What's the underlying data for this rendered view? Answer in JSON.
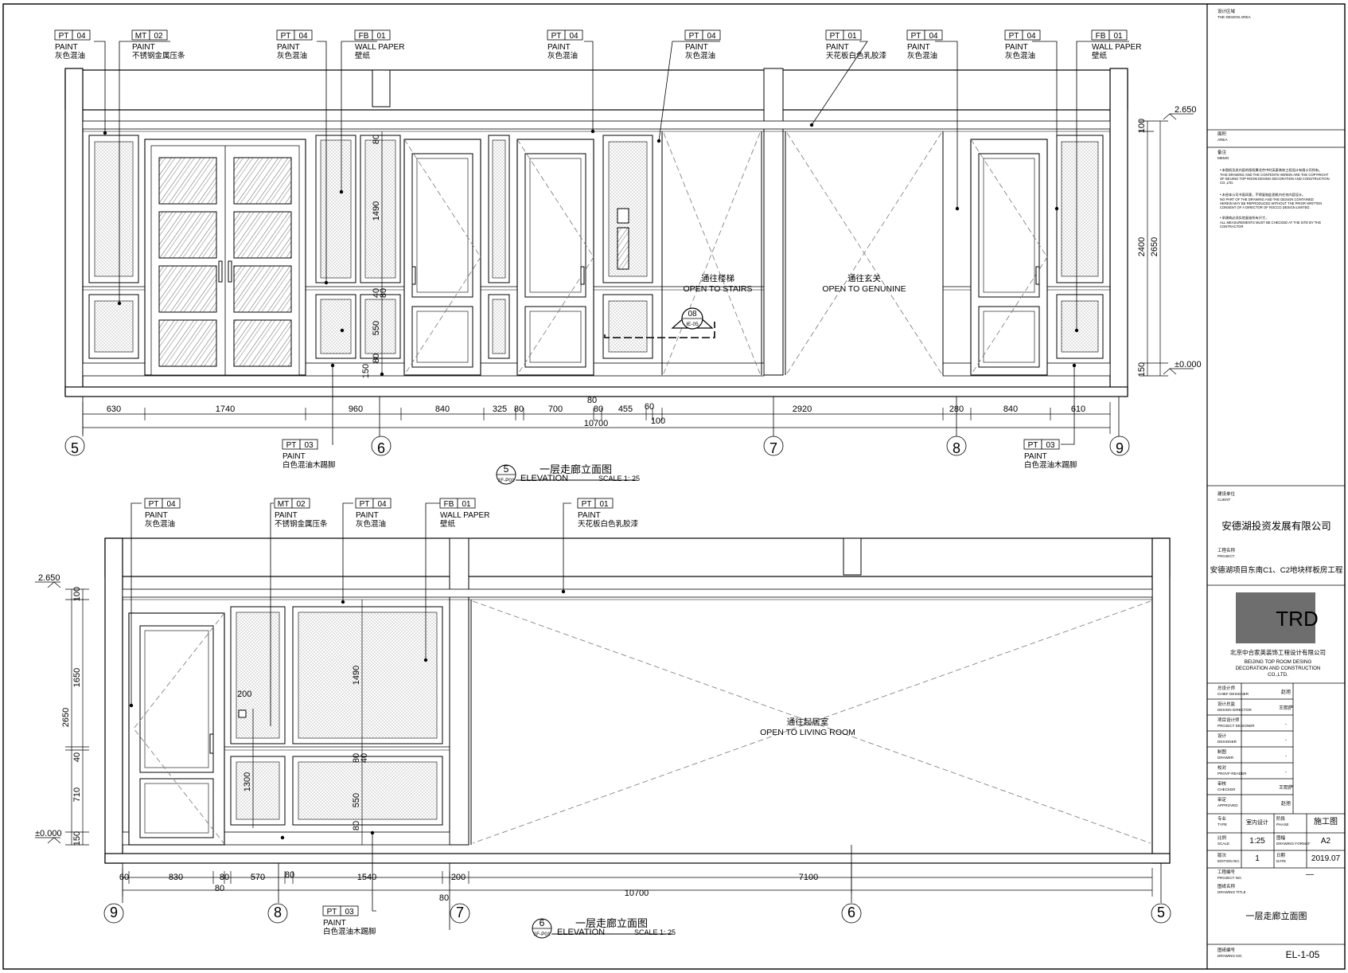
{
  "elevation_5": {
    "number": "5",
    "sheet_ref": "1F-P01",
    "title_cn": "一层走廊立面图",
    "title_en": "ELEVATION",
    "scale": "SCALE 1: 25",
    "tags": [
      {
        "code": "PT",
        "num": "04",
        "label": "PAINT",
        "cn": "灰色混油"
      },
      {
        "code": "MT",
        "num": "02",
        "label": "PAINT",
        "cn": "不锈钢金属压条"
      },
      {
        "code": "PT",
        "num": "04",
        "label": "PAINT",
        "cn": "灰色混油"
      },
      {
        "code": "FB",
        "num": "01",
        "label": "WALL PAPER",
        "cn": "壁纸"
      },
      {
        "code": "PT",
        "num": "04",
        "label": "PAINT",
        "cn": "灰色混油"
      },
      {
        "code": "PT",
        "num": "04",
        "label": "PAINT",
        "cn": "灰色混油"
      },
      {
        "code": "PT",
        "num": "01",
        "label": "PAINT",
        "cn": "天花板白色乳胶漆"
      },
      {
        "code": "PT",
        "num": "04",
        "label": "PAINT",
        "cn": "灰色混油"
      },
      {
        "code": "PT",
        "num": "04",
        "label": "PAINT",
        "cn": "灰色混油"
      },
      {
        "code": "FB",
        "num": "01",
        "label": "WALL PAPER",
        "cn": "壁纸"
      }
    ],
    "bottom_tags": [
      {
        "code": "PT",
        "num": "03",
        "label": "PAINT",
        "cn": "白色混油木踢脚"
      },
      {
        "code": "PT",
        "num": "03",
        "label": "PAINT",
        "cn": "白色混油木踢脚"
      }
    ],
    "dims": [
      "630",
      "1740",
      "960",
      "840",
      "325",
      "80",
      "700",
      "80",
      "80",
      "455",
      "60",
      "100",
      "2920",
      "280",
      "840",
      "610"
    ],
    "total": "10700",
    "vdims": [
      "80",
      "1490",
      "40",
      "80",
      "550",
      "80",
      "150"
    ],
    "right_dims": [
      "100",
      "2400",
      "2650",
      "150"
    ],
    "levels": [
      "2.650",
      "±0.000"
    ],
    "axes": [
      "5",
      "6",
      "7",
      "8",
      "9"
    ],
    "openings": [
      {
        "cn": "通往楼梯",
        "en": "OPEN  TO  STAIRS"
      },
      {
        "cn": "通往玄关",
        "en": "OPEN  TO  GENUNINE"
      }
    ],
    "callout": {
      "num": "08",
      "ref": "IE-05"
    }
  },
  "elevation_6": {
    "number": "6",
    "sheet_ref": "1F-P01",
    "title_cn": "一层走廊立面图",
    "title_en": "ELEVATION",
    "scale": "SCALE 1: 25",
    "tags": [
      {
        "code": "PT",
        "num": "04",
        "label": "PAINT",
        "cn": "灰色混油"
      },
      {
        "code": "MT",
        "num": "02",
        "label": "PAINT",
        "cn": "不锈钢金属压条"
      },
      {
        "code": "PT",
        "num": "04",
        "label": "PAINT",
        "cn": "灰色混油"
      },
      {
        "code": "FB",
        "num": "01",
        "label": "WALL PAPER",
        "cn": "壁纸"
      },
      {
        "code": "PT",
        "num": "01",
        "label": "PAINT",
        "cn": "天花板白色乳胶漆"
      }
    ],
    "bottom_tag": {
      "code": "PT",
      "num": "03",
      "label": "PAINT",
      "cn": "白色混油木踢脚"
    },
    "dims": [
      "60",
      "830",
      "80",
      "80",
      "570",
      "80",
      "1540",
      "200",
      "7100"
    ],
    "dim_below": "80",
    "total": "10700",
    "vdims": [
      "1490",
      "80",
      "40",
      "550",
      "80",
      "200",
      "1300"
    ],
    "left_dims": [
      "100",
      "1650",
      "2650",
      "40",
      "710",
      "150"
    ],
    "levels": [
      "2.650",
      "±0.000"
    ],
    "axes": [
      "9",
      "8",
      "7",
      "6",
      "5"
    ],
    "opening": {
      "cn": "通往起居室",
      "en": "OPEN  TO  LIVING  ROOM"
    }
  },
  "titleblock": {
    "design_area": {
      "cn": "设计区域",
      "en": "THE DESIGN AREA"
    },
    "area": {
      "cn": "面积",
      "en": "AREA"
    },
    "memo": {
      "cn": "备注",
      "en": "MEMO"
    },
    "memo_lines": [
      "• 本图纸及其内容的版权属北京中时英泰装饰工程设计有限公司所有。",
      "THIS DRAWING AND THE CONTENTS HEREIN ARE THE COPYRIGHT",
      "OF BEIJING TOP ROOM DESING DECORATION AND CONSTRUCTION",
      "CO.,LTD.",
      "• 未经本公司书面同意，不得复制此图纸内任何内容设计。",
      "NO PART OF THE DRAWING AND THE DESIGN CONTAINED",
      "HEREIN MAY BE REPRODUCED WITHOUT THE PRIOR WRITTEN",
      "CONSENT OF A DIRECTOR OF ROCCO DESIGN LIMITED.",
      "• 承建商必须实地复核所有尺寸。",
      "ALL MEASUREMENTS MUST BE CHECKED AT THE SITE BY THE",
      "CONTRACTOR"
    ],
    "client": {
      "cn": "建设单位",
      "en": "CLIENT",
      "value": "安德湖投资发展有限公司"
    },
    "project": {
      "cn": "工程名称",
      "en": "PROJECT",
      "value": "安德湖项目东南C1、C2地块样板房工程"
    },
    "logo": {
      "text": "TRD",
      "company_cn": "北京中合家英装饰工程设计有限公司",
      "company_en": [
        "BEIJING TOP ROOM DESING",
        "DECORATION AND CONSTRUCTION",
        "CO.,LTD."
      ]
    },
    "roles": [
      {
        "cn": "总设计师",
        "en": "CHIEF DESIGNER",
        "sign": "赵旭"
      },
      {
        "cn": "设计总监",
        "en": "DESIGN DIRECTOR",
        "sign": "王熙萨"
      },
      {
        "cn": "项目设计师",
        "en": "PROJECT DESIGNER",
        "sign": "-"
      },
      {
        "cn": "设计",
        "en": "DESIGNER",
        "sign": "-"
      },
      {
        "cn": "制图",
        "en": "DRAWER",
        "sign": "-"
      },
      {
        "cn": "校对",
        "en": "PROVF-READER",
        "sign": "-"
      },
      {
        "cn": "审核",
        "en": "CHECKER",
        "sign": "王熙萨"
      },
      {
        "cn": "审定",
        "en": "APPROVED",
        "sign": "赵旭"
      }
    ],
    "type": {
      "cn": "专业",
      "en": "TYPE",
      "value": "室内设计"
    },
    "phase": {
      "cn": "阶段",
      "en": "PHASE",
      "value": "施工图"
    },
    "scale": {
      "cn": "比例",
      "en": "SCALE",
      "value": "1:25"
    },
    "format": {
      "cn": "图幅",
      "en": "DRAWING FORMAT",
      "value": "A2"
    },
    "edition": {
      "cn": "版次",
      "en": "EDITION NO.",
      "value": "1"
    },
    "date": {
      "cn": "日期",
      "en": "DATE",
      "value": "2019.07"
    },
    "project_no": {
      "cn": "工程编号",
      "en": "PROJECT NO.",
      "value": "—"
    },
    "drawing_title": {
      "cn": "图纸名称",
      "en": "DRAWING  TITLE",
      "value": "一层走廊立面图"
    },
    "drawing_no": {
      "cn": "图纸编号",
      "en": "DRAWING NO.",
      "value": "EL-1-05"
    }
  }
}
